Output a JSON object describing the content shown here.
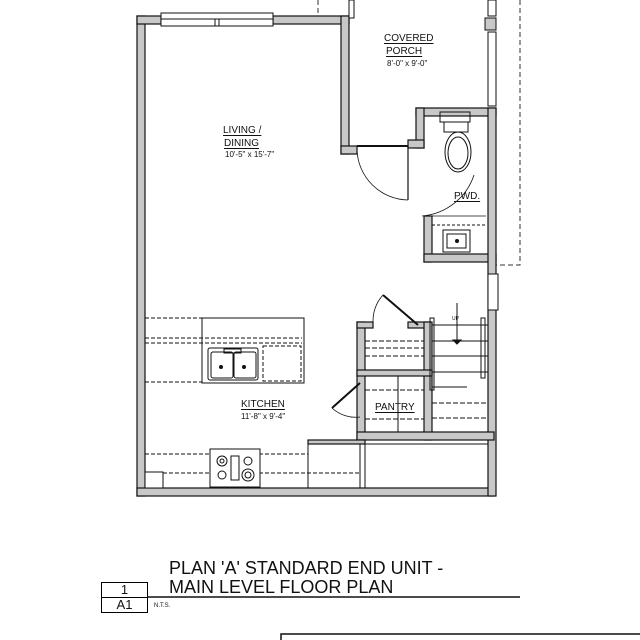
{
  "drawing": {
    "rooms": [
      {
        "id": "covered-porch",
        "name_line1": "COVERED",
        "name_line2": "PORCH",
        "dimensions": "8'-0\" x 9'-0\""
      },
      {
        "id": "living-dining",
        "name_line1": "LIVING /",
        "name_line2": "DINING",
        "dimensions": "10'-5\" x 15'-7\""
      },
      {
        "id": "powder-room",
        "name_line1": "PWD."
      },
      {
        "id": "kitchen",
        "name_line1": "KITCHEN",
        "dimensions": "11'-8\" x 9'-4\""
      },
      {
        "id": "pantry",
        "name_line1": "PANTRY"
      }
    ],
    "stair_label": "UP",
    "colors": {
      "wall_fill": "#c8c8c8",
      "line": "#111111",
      "background": "#ffffff"
    }
  },
  "title_block": {
    "title_line1": "PLAN 'A' STANDARD END UNIT -",
    "title_line2": "MAIN LEVEL FLOOR PLAN",
    "detail_number": "1",
    "sheet_number": "A1",
    "scale_note": "N.T.S."
  }
}
